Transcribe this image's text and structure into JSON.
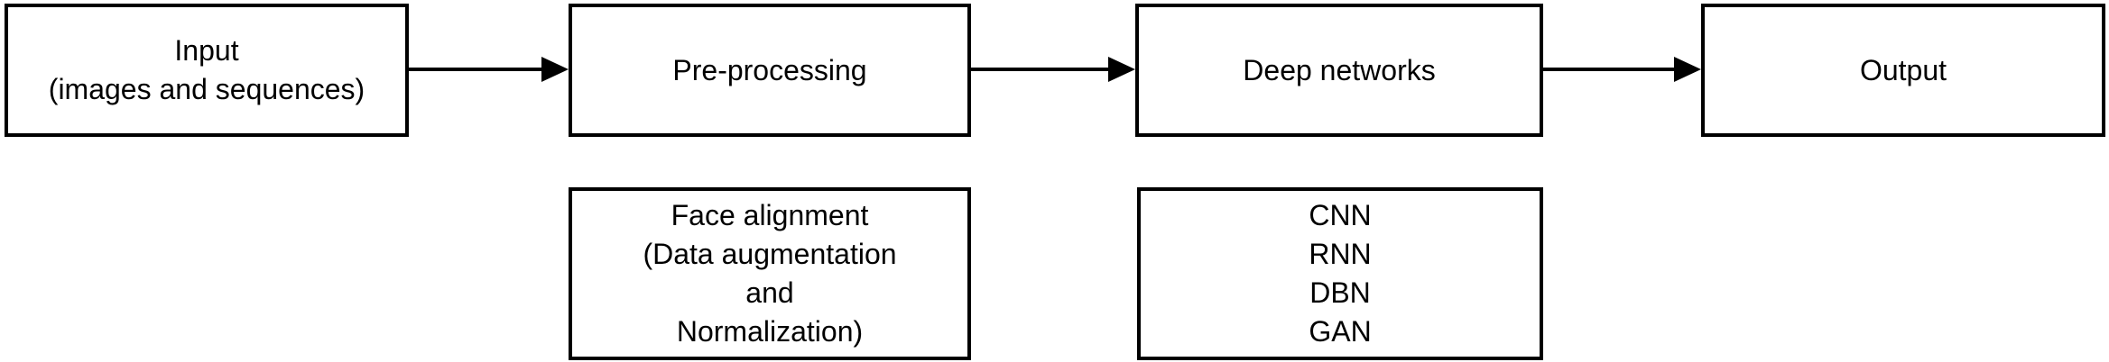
{
  "diagram": {
    "background_color": "#ffffff",
    "stroke_color": "#000000",
    "text_color": "#000000",
    "nodes": {
      "input": {
        "lines": [
          "Input",
          "(images and sequences)"
        ]
      },
      "preprocessing": {
        "lines": [
          "Pre-processing"
        ]
      },
      "deep_networks": {
        "lines": [
          "Deep networks"
        ]
      },
      "output": {
        "lines": [
          "Output"
        ]
      },
      "preprocessing_detail": {
        "lines": [
          "Face alignment",
          "(Data augmentation",
          "and",
          "Normalization)"
        ]
      },
      "deep_networks_detail": {
        "lines": [
          "CNN",
          "RNN",
          "DBN",
          "GAN"
        ]
      }
    },
    "connections": [
      {
        "from": "input",
        "to": "preprocessing",
        "direction": "right"
      },
      {
        "from": "preprocessing",
        "to": "deep_networks",
        "direction": "right"
      },
      {
        "from": "deep_networks",
        "to": "output",
        "direction": "right"
      }
    ]
  }
}
